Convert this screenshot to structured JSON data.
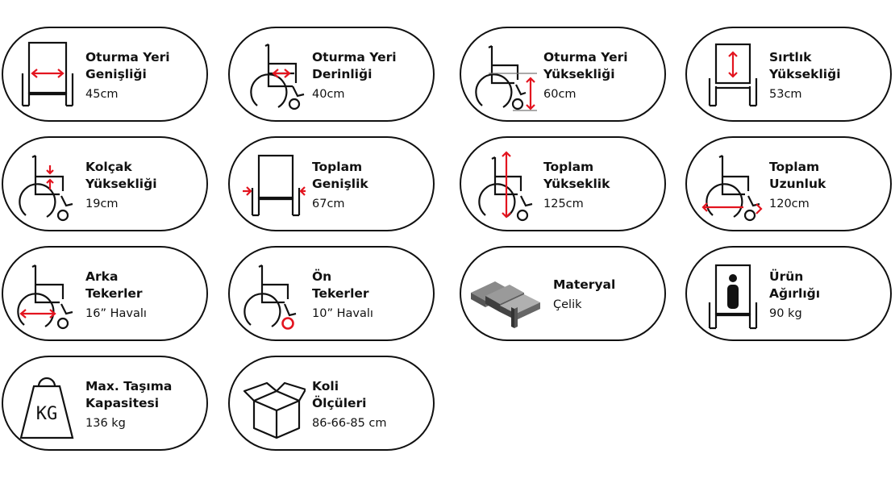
{
  "colors": {
    "accent": "#e3141f",
    "line": "#111111",
    "gray": "#777777"
  },
  "specs": [
    {
      "title": [
        "Oturma Yeri",
        "Genişliği"
      ],
      "value": "45cm",
      "icon": "seat-width-icon"
    },
    {
      "title": [
        "Oturma Yeri",
        "Derinliği"
      ],
      "value": "40cm",
      "icon": "seat-depth-icon"
    },
    {
      "title": [
        "Oturma Yeri",
        "Yüksekliği"
      ],
      "value": "60cm",
      "icon": "seat-height-icon"
    },
    {
      "title": [
        "Sırtlık",
        "Yüksekliği"
      ],
      "value": "53cm",
      "icon": "backrest-height-icon"
    },
    {
      "title": [
        "Kolçak",
        "Yüksekliği"
      ],
      "value": "19cm",
      "icon": "armrest-height-icon"
    },
    {
      "title": [
        "Toplam",
        "Genişlik"
      ],
      "value": "67cm",
      "icon": "total-width-icon"
    },
    {
      "title": [
        "Toplam",
        "Yükseklik"
      ],
      "value": "125cm",
      "icon": "total-height-icon"
    },
    {
      "title": [
        "Toplam",
        "Uzunluk"
      ],
      "value": "120cm",
      "icon": "total-length-icon"
    },
    {
      "title": [
        "Arka",
        "Tekerler"
      ],
      "value": "16” Havalı",
      "icon": "rear-wheel-icon"
    },
    {
      "title": [
        "Ön",
        "Tekerler"
      ],
      "value": "10” Havalı",
      "icon": "front-wheel-icon"
    },
    {
      "title": [
        "Materyal"
      ],
      "value": "Çelik",
      "icon": "steel-beams-icon"
    },
    {
      "title": [
        "Ürün",
        "Ağırlığı"
      ],
      "value": "90 kg",
      "icon": "product-weight-icon"
    },
    {
      "title": [
        "Max. Taşıma",
        "Kapasitesi"
      ],
      "value": "136 kg",
      "icon": "kg-weight-icon"
    },
    {
      "title": [
        "Koli",
        "Ölçüleri"
      ],
      "value": "86-66-85 cm",
      "icon": "box-icon"
    }
  ],
  "kg_label": "KG"
}
